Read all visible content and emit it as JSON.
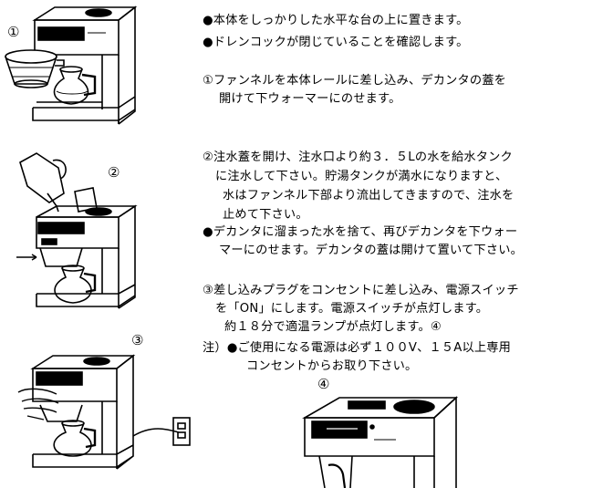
{
  "figure_labels": {
    "fig1": "①",
    "fig2": "②",
    "fig3": "③",
    "fig4": "④"
  },
  "instructions": [
    "●本体をしっかりした水平な台の上に置きます。",
    "●ドレンコックが閉じていることを確認します。",
    "①ファンネルを本体レールに差し込み、デカンタの蓋を",
    "開けて下ウォーマーにのせます。",
    "②注水蓋を開け、注水口より約３．５Lの水を給水タンク",
    "に注水して下さい。貯湯タンクが満水になりますと、",
    "水はファンネル下部より流出してきますので、注水を",
    "止めて下さい。",
    "●デカンタに溜まった水を捨て、再びデカンタを下ウォー",
    "マーにのせます。デカンタの蓋は開けて置いて下さい。",
    "③差し込みプラグをコンセントに差し込み、電源スイッチ",
    "を「ON」にします。電源スイッチが点灯します。",
    "約１８分で適温ランプが点灯します。④",
    "注）●ご使用になる電源は必ず１００V、１５A以上専用",
    "コンセントからお取り下さい。"
  ],
  "colors": {
    "ink": "#000000",
    "paper": "#ffffff"
  }
}
